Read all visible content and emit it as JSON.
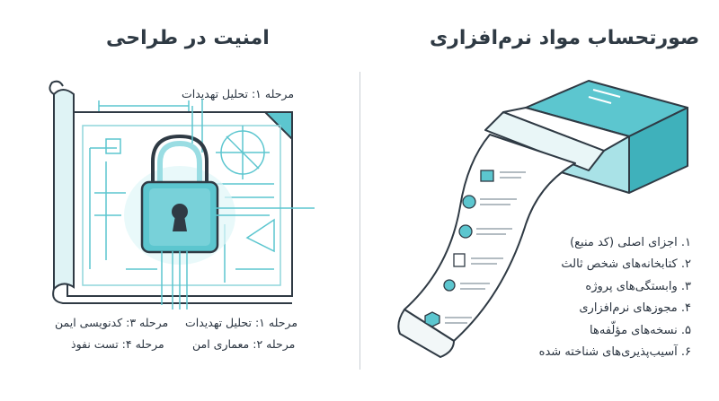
{
  "left_panel": {
    "title": "امنیت در طراحی",
    "stage_labels": [
      "مرحله ۱: تحلیل تهدیدات",
      "مرحله ۱: تحلیل تهدیدات",
      "مرحله ۲: معماری امن",
      "مرحله ۳: کدنویسی ایمن",
      "مرحله ۴: تست نفوذ"
    ]
  },
  "right_panel": {
    "title": "صورتحساب مواد نرم‌افزاری",
    "items": [
      "۱. اجزای اصلی (کد منبع)",
      "۲. کتابخانه‌های شخص ثالث",
      "۳. وابستگی‌های پروژه",
      "۴. مجوزهای نرم‌افزاری",
      "۵. نسخه‌های مؤلّفه‌ها",
      "۶. آسیب‌پذیری‌های شناخته شده"
    ]
  },
  "colors": {
    "accent": "#5cc6cf",
    "accent_light": "#bfeaee",
    "ink": "#2f3a44"
  }
}
